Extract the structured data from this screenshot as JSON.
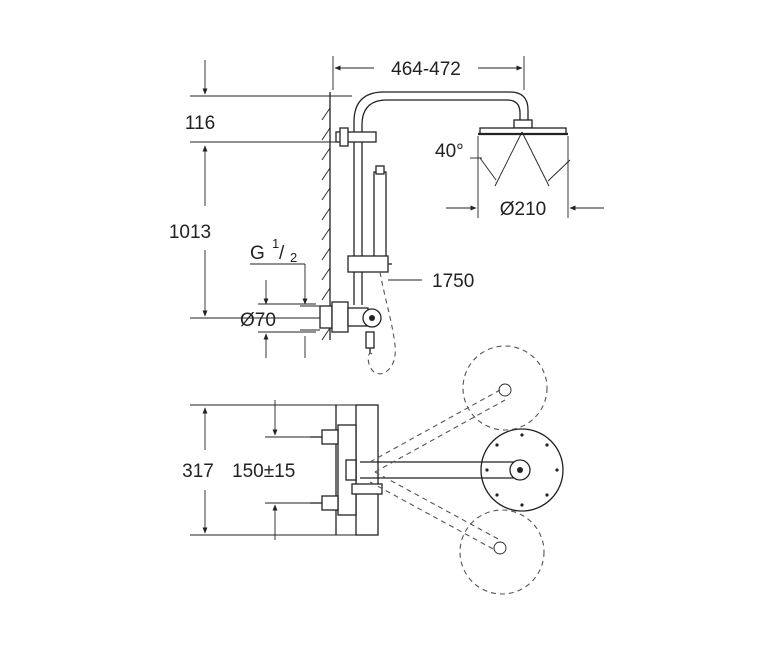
{
  "diagram": {
    "dims": {
      "arm_reach": "464-472",
      "top_height": "116",
      "rail_height": "1013",
      "thread_main": "G",
      "thread_num": "1",
      "thread_den": "2",
      "rosette": "Ø70",
      "hose_length": "1750",
      "head_angle": "40°",
      "head_diameter": "Ø210",
      "depth": "317",
      "inlet_spacing": "150±15"
    },
    "colors": {
      "line": "#222222",
      "background": "#ffffff",
      "dashed": "#555555"
    }
  }
}
